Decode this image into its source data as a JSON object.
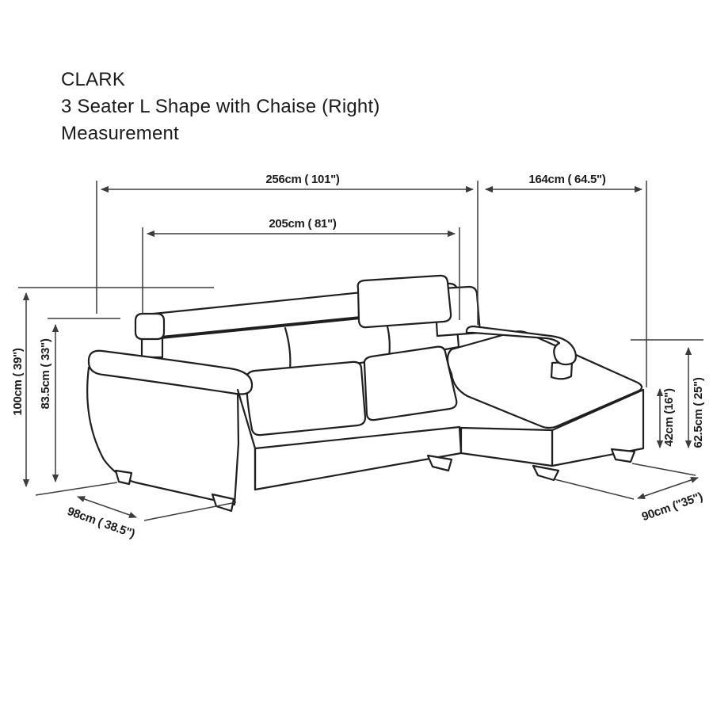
{
  "title": {
    "line1": "CLARK",
    "line2": "3 Seater L Shape with Chaise (Right)",
    "line3": "Measurement"
  },
  "dimensions": {
    "width_total": "256cm ( 101\")",
    "chaise_length": "164cm ( 64.5\")",
    "width_seat": "205cm ( 81\")",
    "height_total": "100cm ( 39\")",
    "height_arm": "83.5cm ( 33\")",
    "depth_body": "98cm ( 38.5\")",
    "height_seat": "42cm (16\")",
    "height_chaise_side": "62.5cm ( 25\")",
    "width_chaise": "90cm (\"35\")"
  },
  "colors": {
    "sofa_line": "#1f1f1f",
    "dimension_line": "#3c3c3c",
    "background": "#ffffff"
  }
}
